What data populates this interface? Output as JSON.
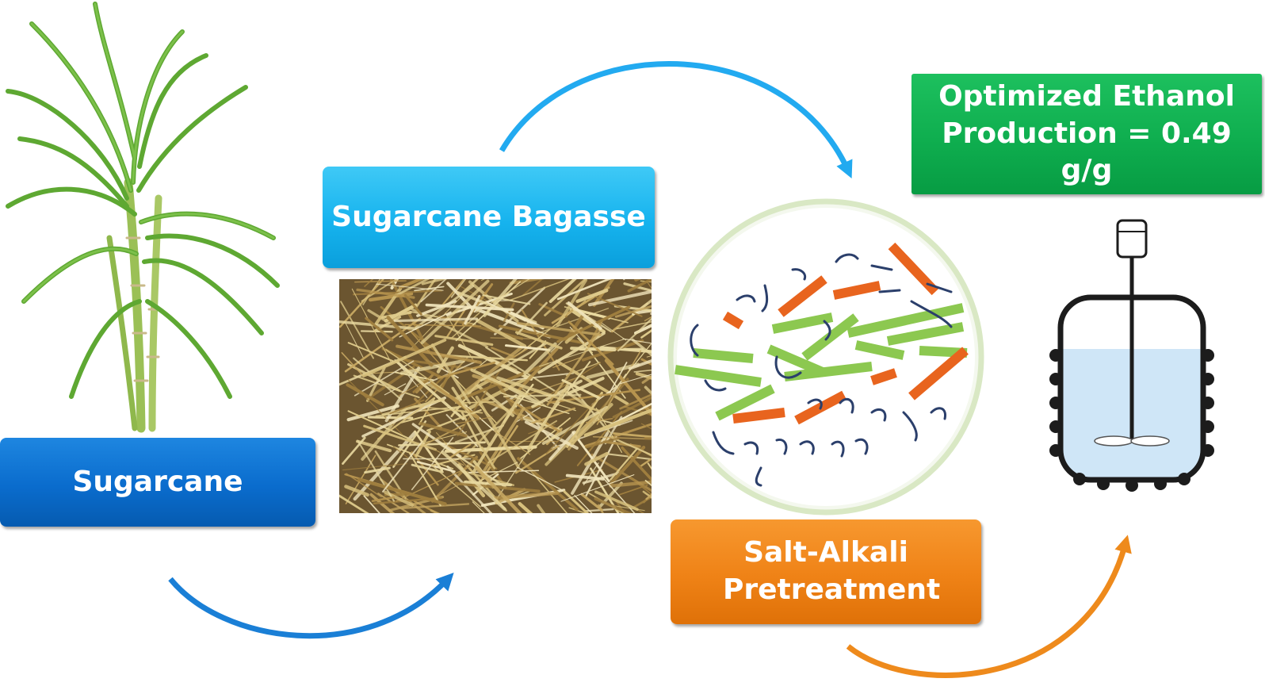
{
  "nodes": {
    "sugarcane": "Sugarcane",
    "bagasse": "Sugarcane Bagasse",
    "pretreatment": "Salt-Alkali Pretreatment",
    "ethanol": "Optimized Ethanol Production = 0.49 g/g"
  },
  "colors": {
    "sugarcane_box": "#0a6ccd",
    "bagasse_box": "#16b3ee",
    "pretreatment_box": "#ef8216",
    "ethanol_box": "#0fae4f",
    "arrow_blue": "#1a7fd6",
    "arrow_cyan": "#22aaf0",
    "arrow_orange": "#ee8a1c",
    "cellulose_fiber": "#8cc850",
    "hemicellulose_fiber": "#e8641e",
    "lignin_fiber": "#2b3f6b"
  },
  "icons": {
    "plant": "sugarcane-plant-illustration",
    "photo": "bagasse-fiber-photo",
    "circle": "lignocellulose-structure-icon",
    "reactor": "bioreactor-vessel-icon"
  }
}
